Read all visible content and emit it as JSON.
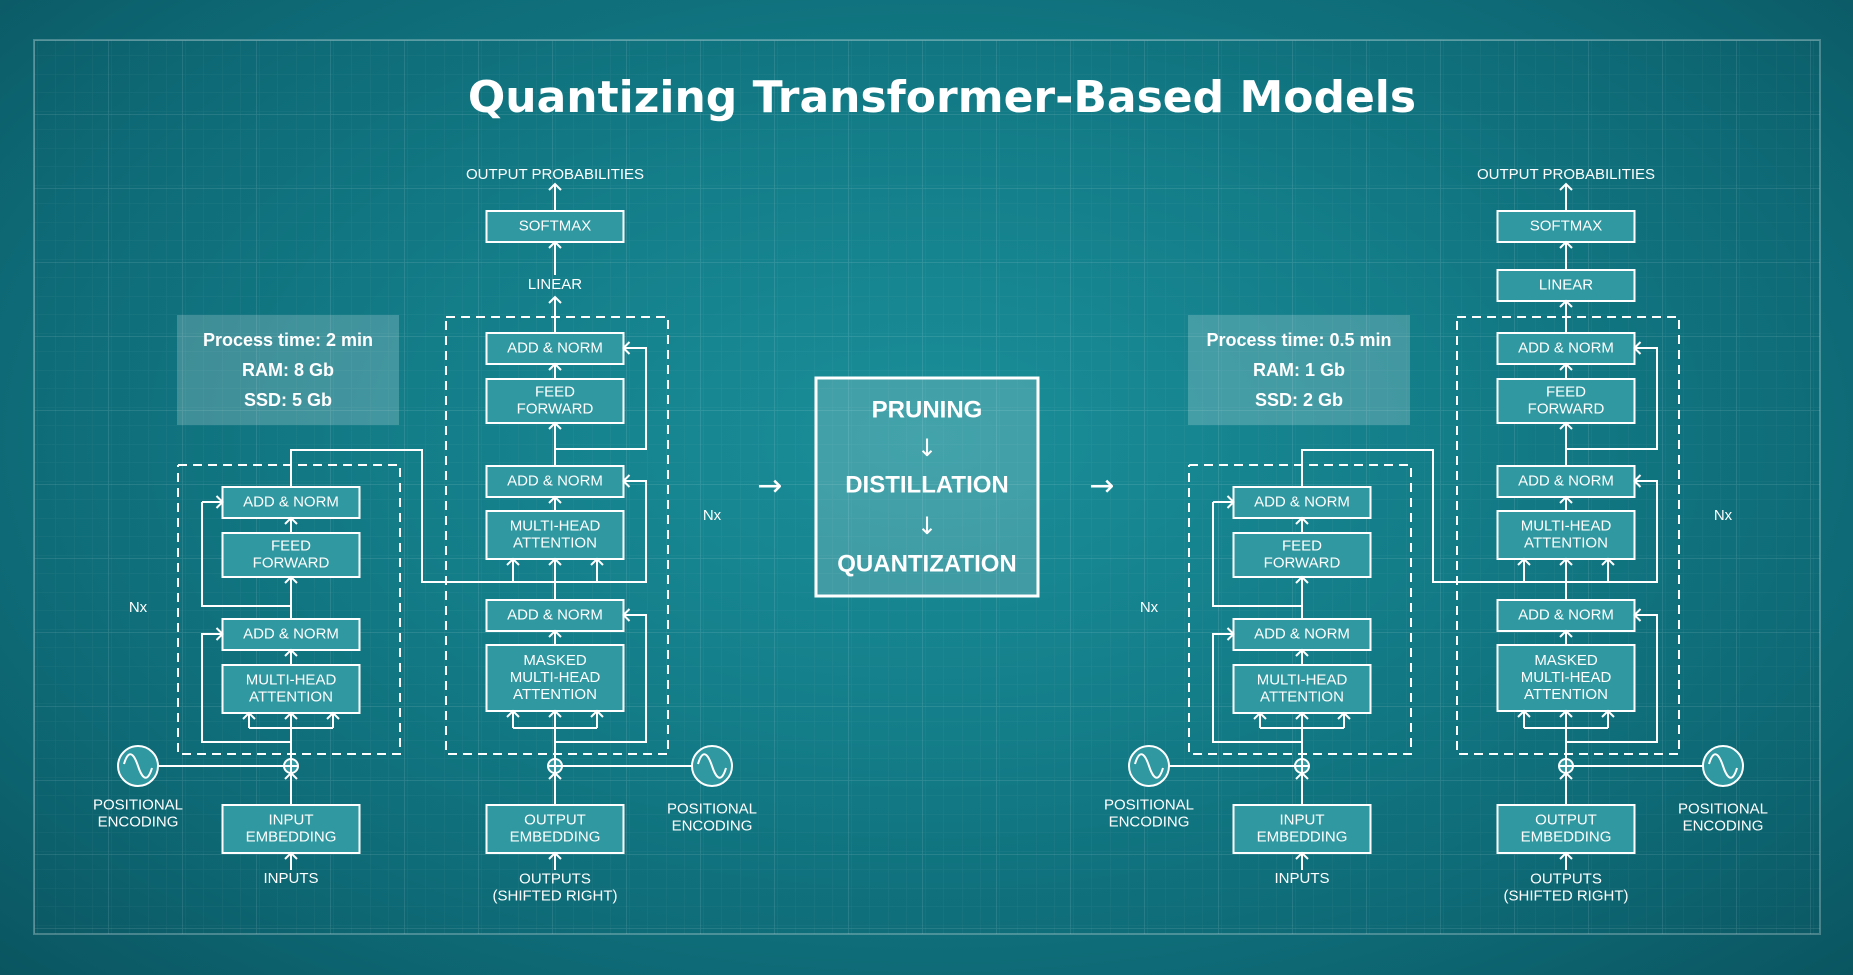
{
  "title": "Quantizing Transformer-Based Models",
  "colors": {
    "background": "#137d88",
    "line": "#ffffff",
    "box_fill": "#2f98a0",
    "info_fill": "#4fa9b0"
  },
  "models": [
    {
      "stats": [
        "Process time: 2 min",
        "RAM: 8 Gb",
        "SSD: 5 Gb"
      ],
      "encoder": {
        "nx": "Nx",
        "add_norm_top": "ADD & NORM",
        "feed_forward": [
          "FEED",
          "FORWARD"
        ],
        "add_norm_bottom": "ADD & NORM",
        "attention": [
          "MULTI-HEAD",
          "ATTENTION"
        ],
        "positional_encoding": [
          "POSITIONAL",
          "ENCODING"
        ],
        "embedding": [
          "INPUT",
          "EMBEDDING"
        ],
        "input_label": "INPUTS"
      },
      "decoder": {
        "nx": "Nx",
        "output_probabilities": "OUTPUT PROBABILITIES",
        "softmax": "SOFTMAX",
        "linear": "LINEAR",
        "add_norm_1": "ADD & NORM",
        "feed_forward": [
          "FEED",
          "FORWARD"
        ],
        "add_norm_2": "ADD & NORM",
        "attention": [
          "MULTI-HEAD",
          "ATTENTION"
        ],
        "add_norm_3": "ADD & NORM",
        "masked_attention": [
          "MASKED",
          "MULTI-HEAD",
          "ATTENTION"
        ],
        "positional_encoding": [
          "POSITIONAL",
          "ENCODING"
        ],
        "embedding": [
          "OUTPUT",
          "EMBEDDING"
        ],
        "output_label": [
          "OUTPUTS",
          "(SHIFTED RIGHT)"
        ]
      }
    },
    {
      "stats": [
        "Process time: 0.5 min",
        "RAM: 1 Gb",
        "SSD: 2 Gb"
      ],
      "encoder": {
        "nx": "Nx",
        "add_norm_top": "ADD & NORM",
        "feed_forward": [
          "FEED",
          "FORWARD"
        ],
        "add_norm_bottom": "ADD & NORM",
        "attention": [
          "MULTI-HEAD",
          "ATTENTION"
        ],
        "positional_encoding": [
          "POSITIONAL",
          "ENCODING"
        ],
        "embedding": [
          "INPUT",
          "EMBEDDING"
        ],
        "input_label": "INPUTS"
      },
      "decoder": {
        "nx": "Nx",
        "output_probabilities": "OUTPUT PROBABILITIES",
        "softmax": "SOFTMAX",
        "linear": "LINEAR",
        "add_norm_1": "ADD & NORM",
        "feed_forward": [
          "FEED",
          "FORWARD"
        ],
        "add_norm_2": "ADD & NORM",
        "attention": [
          "MULTI-HEAD",
          "ATTENTION"
        ],
        "add_norm_3": "ADD & NORM",
        "masked_attention": [
          "MASKED",
          "MULTI-HEAD",
          "ATTENTION"
        ],
        "positional_encoding": [
          "POSITIONAL",
          "ENCODING"
        ],
        "embedding": [
          "OUTPUT",
          "EMBEDDING"
        ],
        "output_label": [
          "OUTPUTS",
          "(SHIFTED RIGHT)"
        ]
      }
    }
  ],
  "process": {
    "steps": [
      "PRUNING",
      "DISTILLATION",
      "QUANTIZATION"
    ],
    "step_arrow": "↓",
    "flow_arrow": "→"
  }
}
